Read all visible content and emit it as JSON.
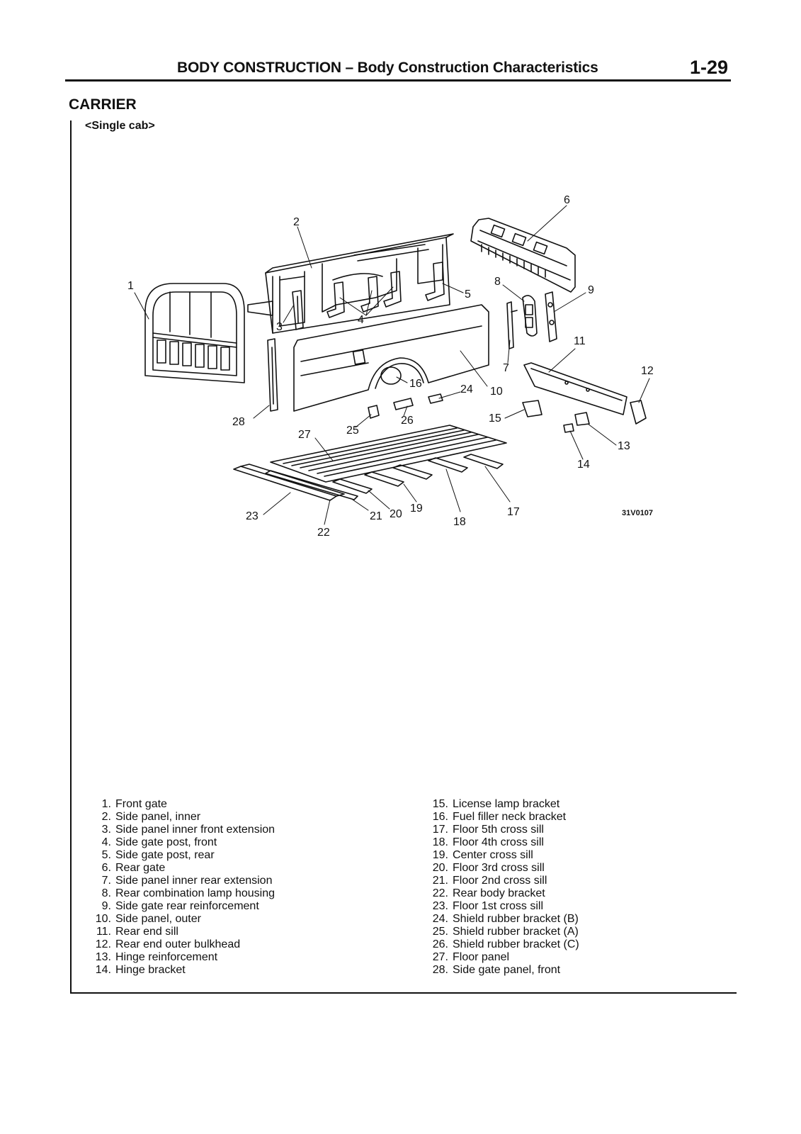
{
  "header": {
    "title": "BODY CONSTRUCTION – Body Construction Characteristics",
    "page_number": "1-29"
  },
  "section": {
    "title": "CARRIER",
    "subtitle": "<Single cab>"
  },
  "figure": {
    "code": "31V0107",
    "callouts": [
      "1",
      "2",
      "3",
      "4",
      "5",
      "6",
      "7",
      "8",
      "9",
      "10",
      "11",
      "12",
      "13",
      "14",
      "15",
      "16",
      "17",
      "18",
      "19",
      "20",
      "21",
      "22",
      "23",
      "24",
      "25",
      "26",
      "27",
      "28"
    ]
  },
  "legend_left": [
    {
      "num": "1.",
      "label": "Front gate"
    },
    {
      "num": "2.",
      "label": "Side panel, inner"
    },
    {
      "num": "3.",
      "label": "Side panel inner front extension"
    },
    {
      "num": "4.",
      "label": "Side gate post, front"
    },
    {
      "num": "5.",
      "label": "Side gate post, rear"
    },
    {
      "num": "6.",
      "label": "Rear gate"
    },
    {
      "num": "7.",
      "label": "Side panel inner rear extension"
    },
    {
      "num": "8.",
      "label": "Rear combination lamp housing"
    },
    {
      "num": "9.",
      "label": "Side gate rear reinforcement"
    },
    {
      "num": "10.",
      "label": "Side panel, outer"
    },
    {
      "num": "11.",
      "label": "Rear end sill"
    },
    {
      "num": "12.",
      "label": "Rear end outer bulkhead"
    },
    {
      "num": "13.",
      "label": "Hinge reinforcement"
    },
    {
      "num": "14.",
      "label": "Hinge bracket"
    }
  ],
  "legend_right": [
    {
      "num": "15.",
      "label": "License lamp bracket"
    },
    {
      "num": "16.",
      "label": "Fuel filler neck bracket"
    },
    {
      "num": "17.",
      "label": "Floor 5th cross sill"
    },
    {
      "num": "18.",
      "label": "Floor 4th cross sill"
    },
    {
      "num": "19.",
      "label": "Center cross sill"
    },
    {
      "num": "20.",
      "label": "Floor 3rd cross sill"
    },
    {
      "num": "21.",
      "label": "Floor 2nd cross sill"
    },
    {
      "num": "22.",
      "label": "Rear body bracket"
    },
    {
      "num": "23.",
      "label": "Floor 1st cross sill"
    },
    {
      "num": "24.",
      "label": "Shield rubber bracket (B)"
    },
    {
      "num": "25.",
      "label": "Shield rubber bracket (A)"
    },
    {
      "num": "26.",
      "label": "Shield rubber bracket (C)"
    },
    {
      "num": "27.",
      "label": "Floor panel"
    },
    {
      "num": "28.",
      "label": "Side gate panel, front"
    }
  ]
}
